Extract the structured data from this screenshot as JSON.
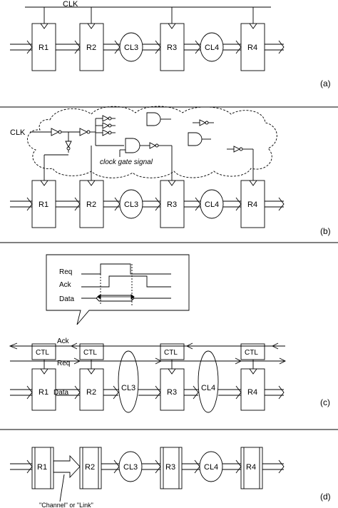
{
  "panel_a": {
    "tag": "(a)",
    "clk": "CLK",
    "registers": [
      "R1",
      "R2",
      "R3",
      "R4"
    ],
    "logic": [
      "CL3",
      "CL4"
    ]
  },
  "panel_b": {
    "tag": "(b)",
    "clk": "CLK",
    "clock_gate_signal": "clock gate signal",
    "registers": [
      "R1",
      "R2",
      "R3",
      "R4"
    ],
    "logic": [
      "CL3",
      "CL4"
    ]
  },
  "panel_c": {
    "tag": "(c)",
    "timing": {
      "req": "Req",
      "ack": "Ack",
      "data": "Data"
    },
    "ack": "Ack",
    "req": "Req",
    "data": "Data",
    "ctl": [
      "CTL",
      "CTL",
      "CTL",
      "CTL"
    ],
    "registers": [
      "R1",
      "R2",
      "R3",
      "R4"
    ],
    "logic": [
      "CL3",
      "CL4"
    ]
  },
  "panel_d": {
    "tag": "(d)",
    "registers": [
      "R1",
      "R2",
      "R3",
      "R4"
    ],
    "logic": [
      "CL3",
      "CL4"
    ],
    "caption": "\"Channel\" or \"Link\""
  }
}
